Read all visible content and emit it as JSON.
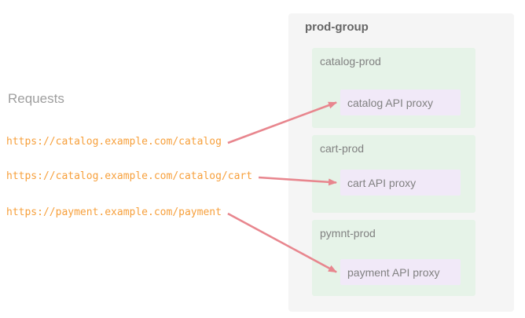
{
  "requests": {
    "title": "Requests",
    "urls": [
      {
        "id": "url-catalog",
        "text": "https://catalog.example.com/catalog"
      },
      {
        "id": "url-cart",
        "text": "https://catalog.example.com/catalog/cart"
      },
      {
        "id": "url-payment",
        "text": "https://payment.example.com/payment"
      }
    ]
  },
  "group": {
    "title": "prod-group",
    "environments": [
      {
        "id": "env-catalog",
        "name": "catalog-prod",
        "proxy": {
          "id": "proxy-catalog",
          "label": "catalog API proxy"
        }
      },
      {
        "id": "env-cart",
        "name": "cart-prod",
        "proxy": {
          "id": "proxy-cart",
          "label": "cart API proxy"
        }
      },
      {
        "id": "env-pymnt",
        "name": "pymnt-prod",
        "proxy": {
          "id": "proxy-payment",
          "label": "payment API proxy"
        }
      }
    ]
  },
  "arrows": {
    "connections": [
      {
        "from": "url-catalog",
        "to": "proxy-catalog"
      },
      {
        "from": "url-cart",
        "to": "proxy-cart"
      },
      {
        "from": "url-payment",
        "to": "proxy-payment"
      }
    ]
  },
  "colors": {
    "url_text": "#f7a03c",
    "arrow": "#e8868e",
    "panel_bg": "#f5f5f5",
    "environment_bg": "#e6f3e8",
    "proxy_bg": "#f1e9f8",
    "heading_text": "#9e9e9e",
    "label_text": "#818181",
    "group_title_text": "#666666",
    "page_bg": "#ffffff"
  }
}
